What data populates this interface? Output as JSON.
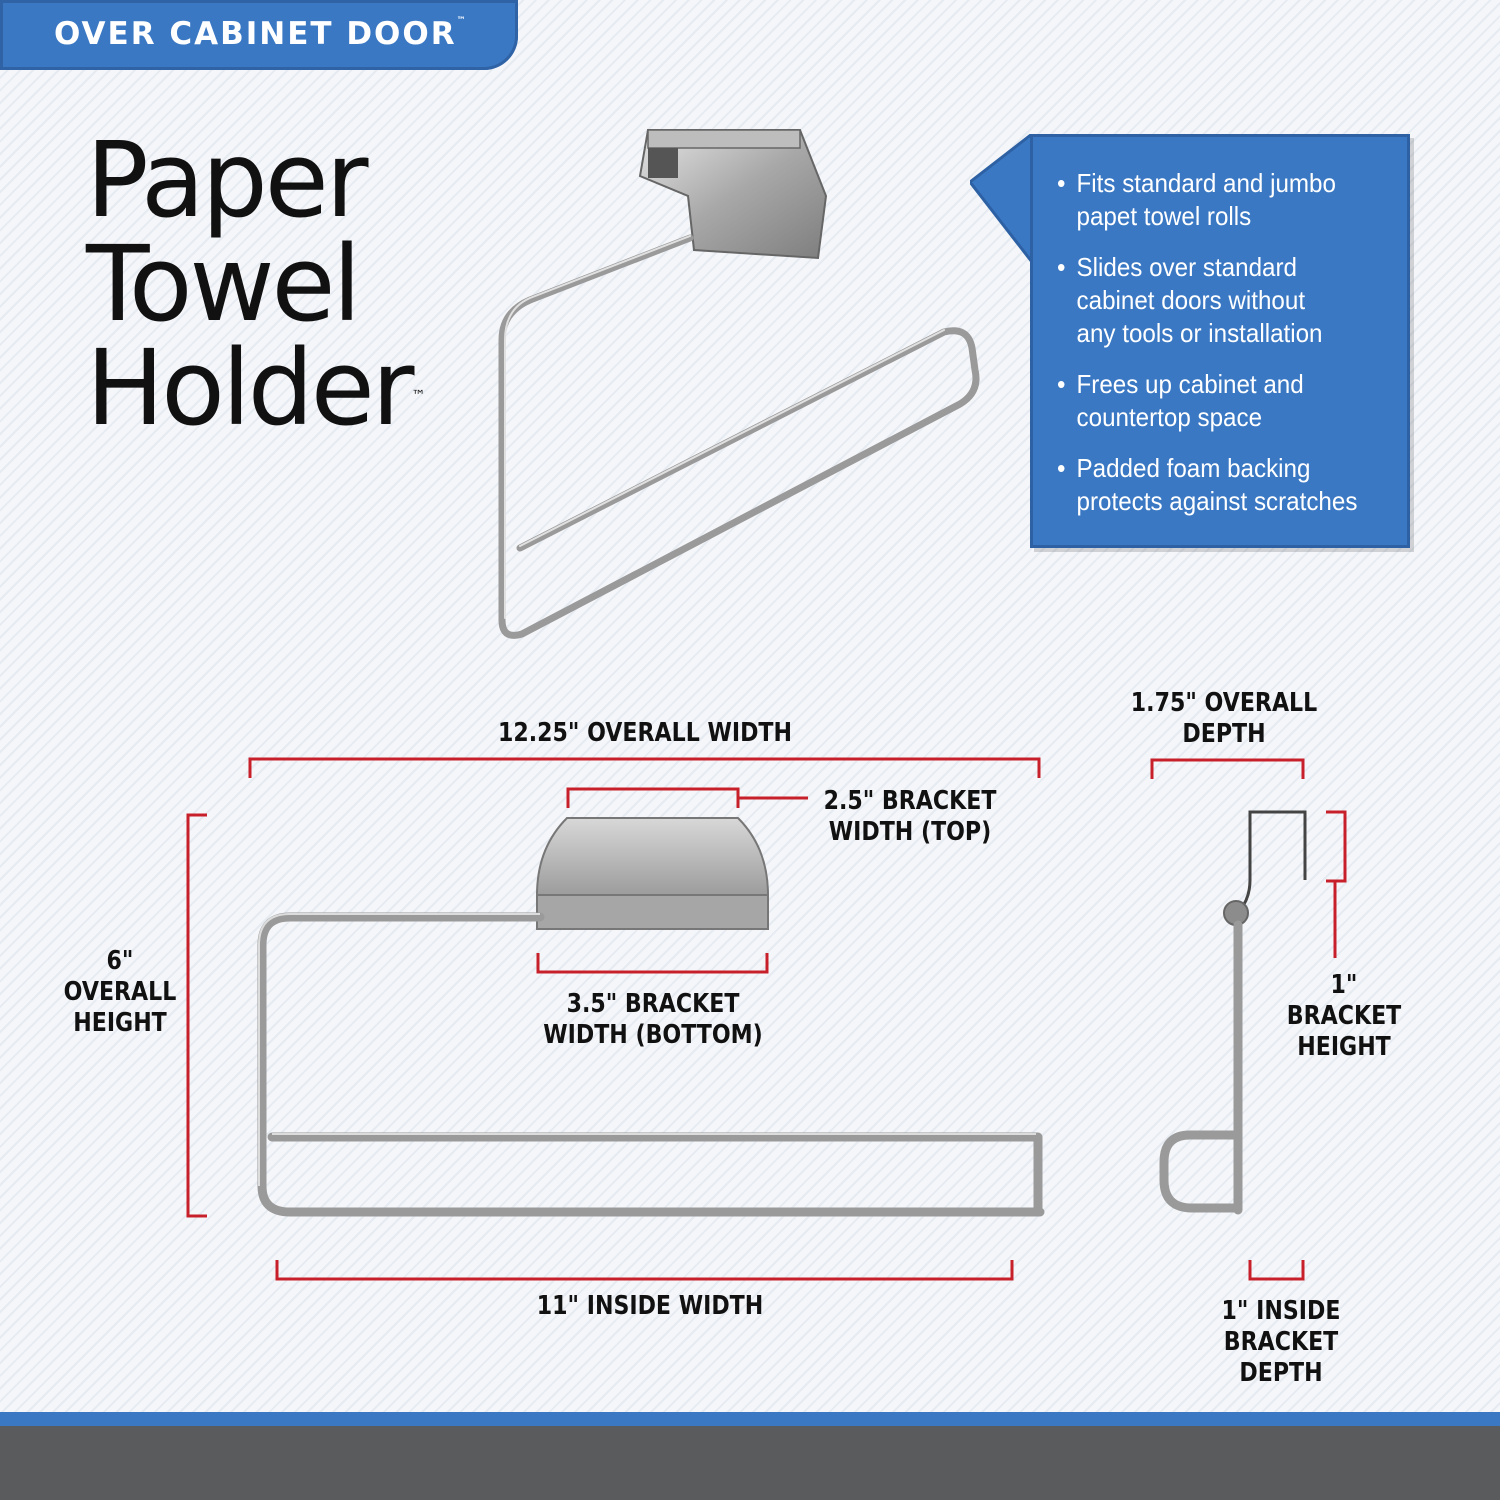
{
  "header": {
    "tab_label": "OVER CABINET DOOR",
    "tab_tm": "™"
  },
  "product": {
    "title_lines": [
      "Paper",
      "Towel",
      "Holder"
    ],
    "title_tm": "™"
  },
  "features": [
    [
      "Fits standard and jumbo",
      "papet towel rolls"
    ],
    [
      "Slides over standard",
      "cabinet doors without",
      "any tools or installation"
    ],
    [
      "Frees up cabinet and",
      "countertop space"
    ],
    [
      "Padded foam backing",
      "protects against scratches"
    ]
  ],
  "bullet": "•",
  "dimensions": {
    "overall_width": "12.25\" OVERALL WIDTH",
    "bracket_top": [
      "2.5\" BRACKET",
      "WIDTH (TOP)"
    ],
    "bracket_bottom": [
      "3.5\" BRACKET",
      "WIDTH (BOTTOM)"
    ],
    "overall_height": [
      "6\"",
      "OVERALL",
      "HEIGHT"
    ],
    "inside_width": "11\" INSIDE WIDTH",
    "overall_depth": [
      "1.75\" OVERALL",
      "DEPTH"
    ],
    "bracket_height": [
      "1\"",
      "BRACKET",
      "HEIGHT"
    ],
    "inside_bracket_depth": [
      "1\" INSIDE",
      "BRACKET",
      "DEPTH"
    ]
  },
  "colors": {
    "brand_blue": "#3a78c4",
    "dimension_red": "#c8202a",
    "chrome": "#9a9a9a",
    "footer_gray": "#5a5b5d"
  }
}
